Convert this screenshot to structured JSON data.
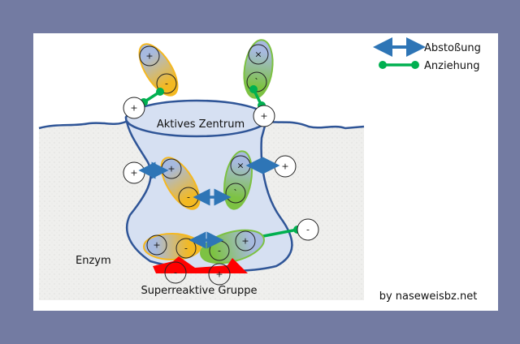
{
  "legend": {
    "repulsion": "Abstoßung",
    "attraction": "Anziehung"
  },
  "labels": {
    "active_site": "Aktives Zentrum",
    "enzyme": "Enzym",
    "super_reactive": "Superreaktive Gruppe",
    "credit": "by naseweisbz.net"
  },
  "charges": {
    "plus": "+",
    "minus": "-",
    "cross": "×",
    "tick": "`"
  },
  "colors": {
    "background": "#737ba2",
    "enzyme_fill": "#d6e0f2",
    "enzyme_outline": "#2f5597",
    "repulsion": "#2e75b6",
    "attraction": "#00b050",
    "reactive": "#ff0000",
    "orange": "#f5b820",
    "green": "#7cc142"
  }
}
